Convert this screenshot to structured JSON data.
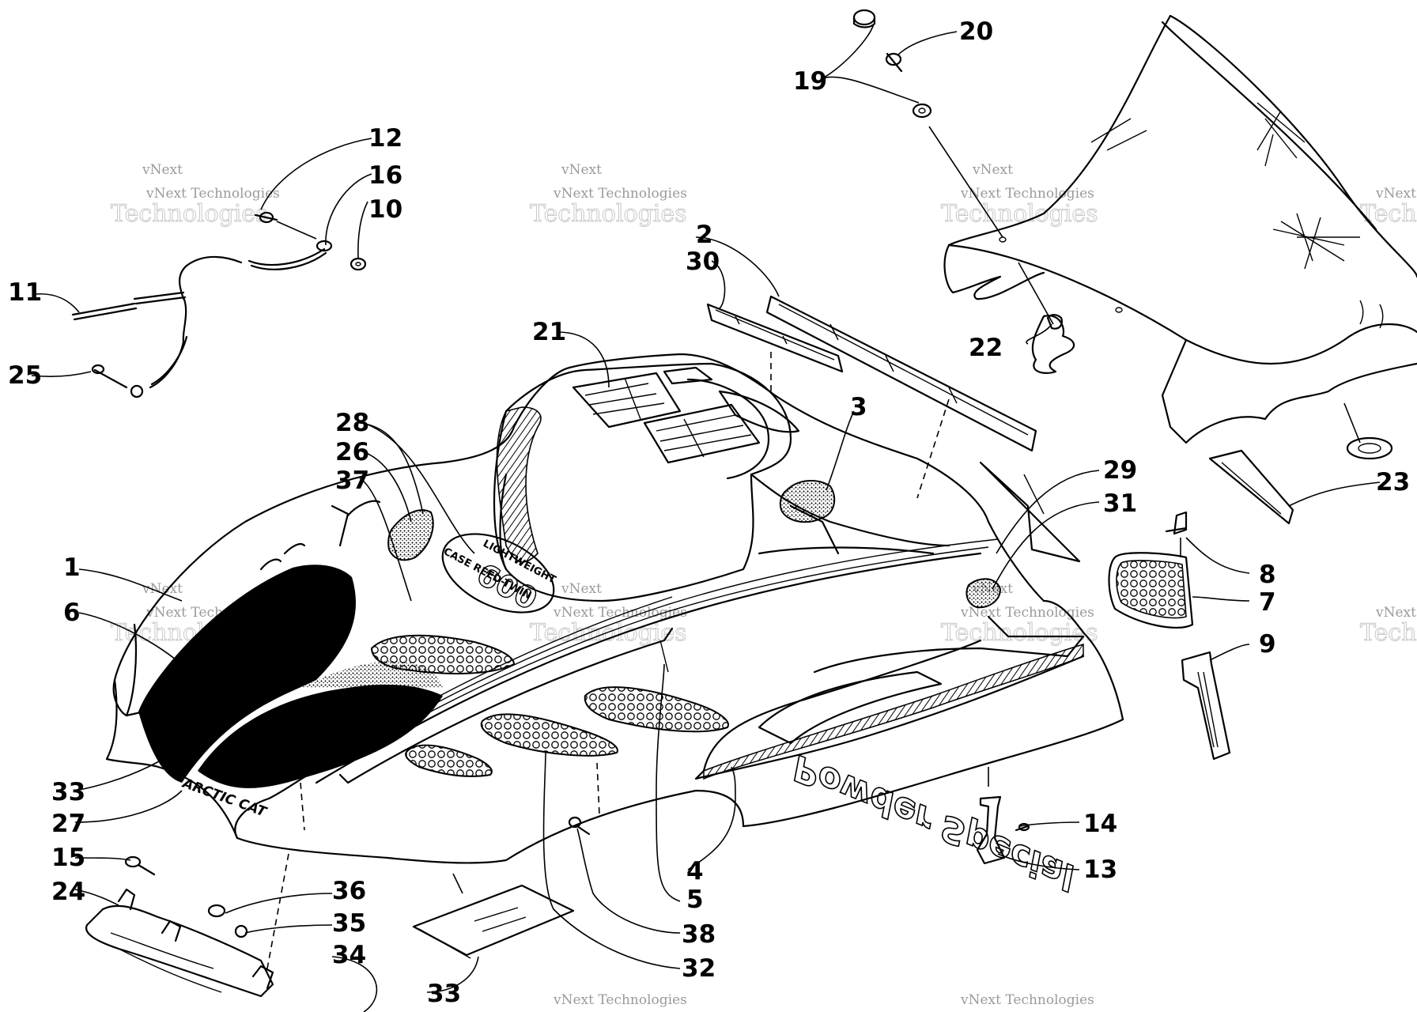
{
  "watermark": {
    "line1": "vNext",
    "line2": "vNext Technologies",
    "line3": "Technologies"
  },
  "callouts": {
    "c1": "1",
    "c2": "2",
    "c3": "3",
    "c4": "4",
    "c5": "5",
    "c6": "6",
    "c7": "7",
    "c8": "8",
    "c9": "9",
    "c10": "10",
    "c11": "11",
    "c12": "12",
    "c13": "13",
    "c14": "14",
    "c15": "15",
    "c16": "16",
    "c19": "19",
    "c20": "20",
    "c21": "21",
    "c22": "22",
    "c23": "23",
    "c24": "24",
    "c25": "25",
    "c26": "26",
    "c27": "27",
    "c28": "28",
    "c29": "29",
    "c30": "30",
    "c31": "31",
    "c32": "32",
    "c33a": "33",
    "c33b": "33",
    "c34": "34",
    "c35": "35",
    "c36": "36",
    "c37": "37",
    "c38": "38"
  },
  "decals": {
    "brand": "ARCTIC CAT",
    "model_script": "Powder Special",
    "engine_badge_line1": "LIGHTWEIGHT",
    "engine_badge_number": "600",
    "engine_badge_line2": "CASE REED-TWIN"
  },
  "colors": {
    "ink": "#000000",
    "paper": "#ffffff",
    "watermark": "#9a9a9a"
  }
}
